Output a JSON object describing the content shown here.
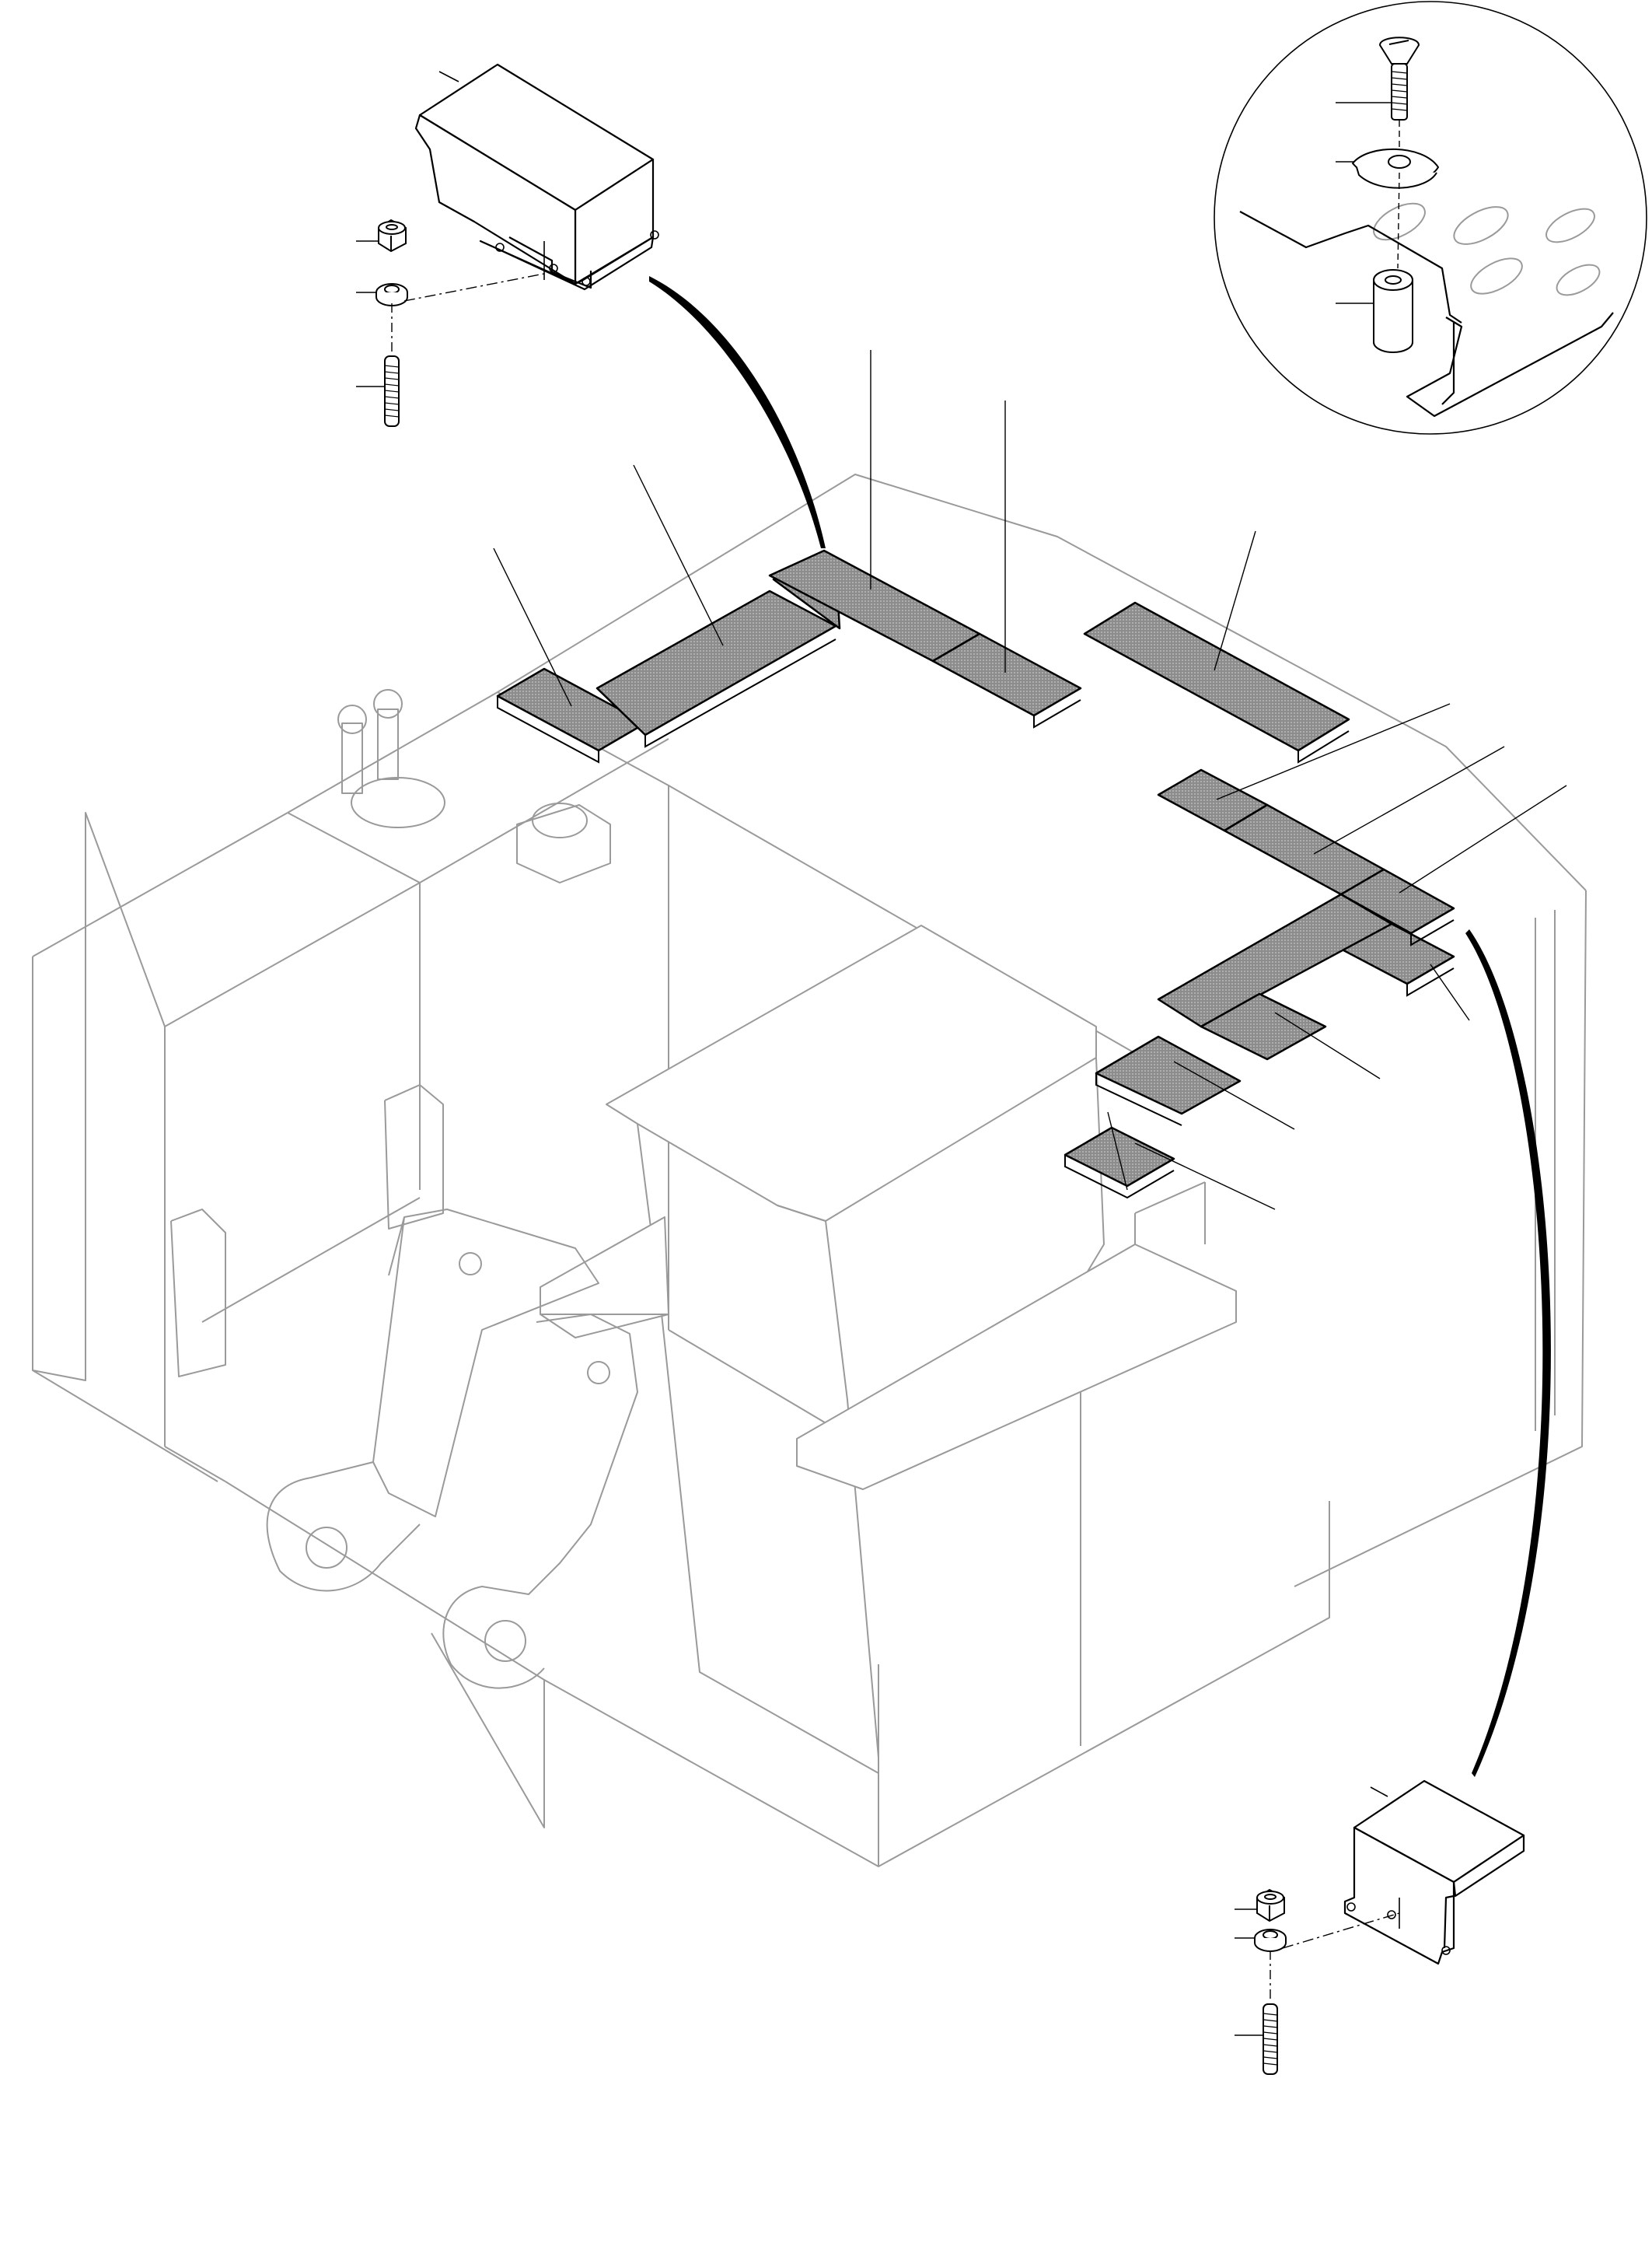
{
  "diagram": {
    "kind": "exploded-view-parts-illustration",
    "callout_numbers_shown": false,
    "colors": {
      "background": "#ffffff",
      "frame_line": "#9a9a9a",
      "part_line": "#000000",
      "mat_fill": "#8c8c8c",
      "part_fill": "#ffffff"
    },
    "parts": [
      {
        "id": "cover-top-left",
        "icon": "bracket-cover-icon"
      },
      {
        "id": "nut-top-left",
        "icon": "hex-nut-icon"
      },
      {
        "id": "washer-top-left",
        "icon": "washer-icon"
      },
      {
        "id": "stud-top-left",
        "icon": "stud-bolt-icon"
      },
      {
        "id": "screw-detail",
        "icon": "countersunk-screw-icon"
      },
      {
        "id": "cup-washer-detail",
        "icon": "cup-washer-icon"
      },
      {
        "id": "spacer-detail",
        "icon": "spacer-sleeve-icon"
      },
      {
        "id": "cover-bottom-right",
        "icon": "bracket-cover-icon"
      },
      {
        "id": "nut-bottom-right",
        "icon": "hex-nut-icon"
      },
      {
        "id": "washer-bottom-right",
        "icon": "washer-icon"
      },
      {
        "id": "stud-bottom-right",
        "icon": "stud-bolt-icon"
      }
    ],
    "mats": [
      "mat-rear-a",
      "mat-rear-b",
      "mat-rear-c",
      "mat-rear-d",
      "mat-rear-e",
      "mat-right-long",
      "mat-side-a",
      "mat-side-b",
      "mat-side-c",
      "mat-side-d",
      "mat-side-e",
      "mat-side-f",
      "mat-side-g",
      "mat-side-h"
    ]
  }
}
